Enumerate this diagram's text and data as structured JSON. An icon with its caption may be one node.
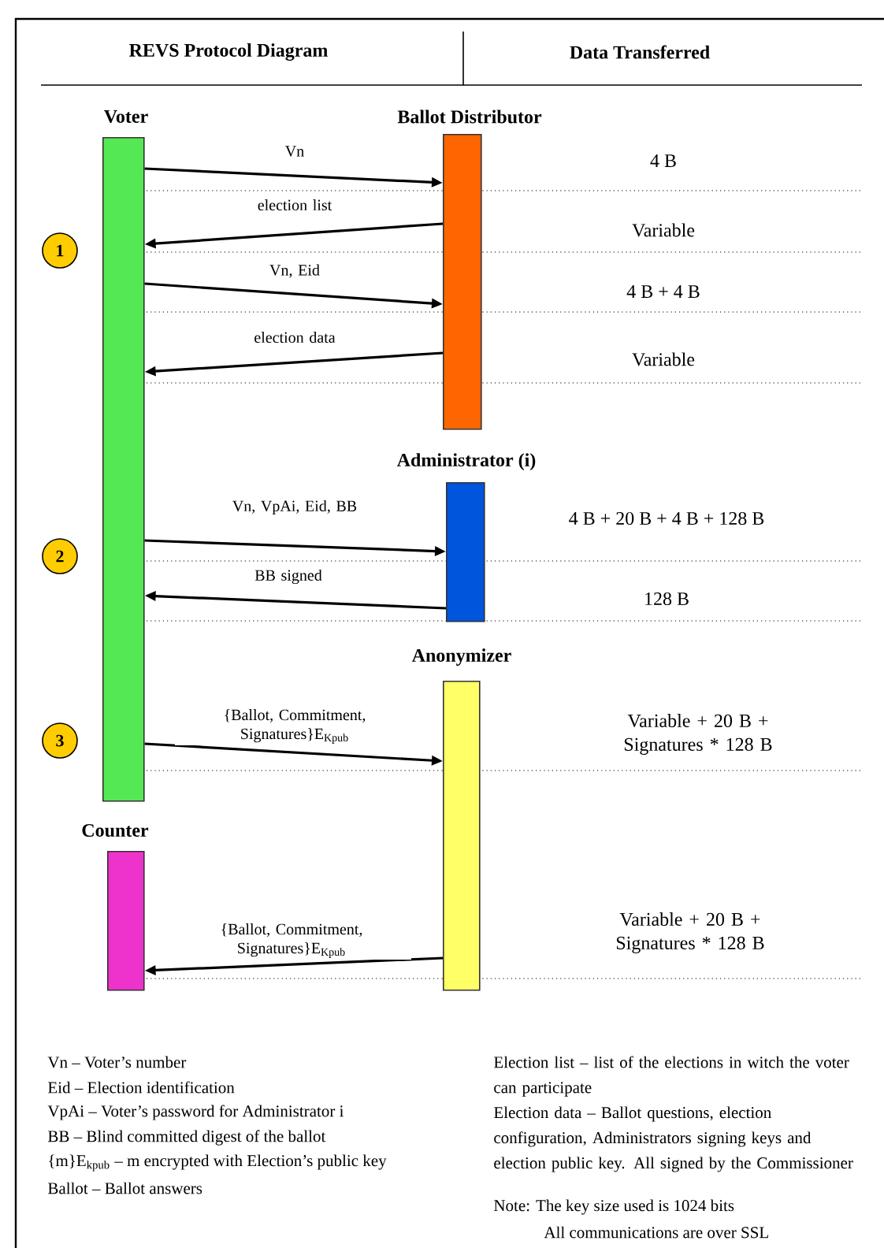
{
  "diagram": {
    "nodes": [
      {
        "text": [
          "Voter"
        ]
      },
      {
        "text": [
          "Ballot Distributor"
        ]
      },
      {
        "text": [
          "Administrator (i)"
        ]
      },
      {
        "text": [
          "Anonymizer"
        ]
      },
      {
        "text": [
          "Counter"
        ]
      },
      {
        "text": [
          "1"
        ]
      },
      {
        "text": [
          "2"
        ]
      },
      {
        "text": [
          "3"
        ]
      }
    ],
    "edges": [
      {
        "from": 0,
        "to": 1,
        "arrow": "to",
        "label": "Vn"
      },
      {
        "from": 1,
        "to": 0,
        "arrow": "to",
        "label": "election list"
      },
      {
        "from": 0,
        "to": 1,
        "arrow": "to",
        "label": "Vn, Eid"
      },
      {
        "from": 1,
        "to": 0,
        "arrow": "to",
        "label": "election data"
      },
      {
        "from": 0,
        "to": 2,
        "arrow": "to",
        "label": "Vn, VpAi, Eid, BB"
      },
      {
        "from": 2,
        "to": 0,
        "arrow": "to",
        "label": "BB signed"
      },
      {
        "from": 0,
        "to": 3,
        "arrow": "to",
        "label": "{Ballot, Commitment, Signatures}E$_{Kpub}$"
      },
      {
        "from": 3,
        "to": 4,
        "arrow": "to",
        "label": "{Ballot, Commitment, Signatures}E$_{Kpub}$"
      }
    ],
    "labels": [
      "REVS Protocol Diagram",
      "Data Transferred",
      "4 B",
      "Variable",
      "4 B + 4 B",
      "Variable",
      "4 B + 20 B + 4 B + 128 B",
      "128 B",
      "Variable + 20 B + Signatures * 128 B",
      "Variable + 20 B + Signatures * 128 B",
      "Vn – Voter’s number",
      "Eid – Election identification",
      "VpAi – Voter’s password for Administrator i",
      "BB – Blind committed digest of the ballot",
      "{m}E$_{kpub}$ –  m encrypted with Election’s public key",
      "Ballot – Ballot answers",
      "Election list – list of the elections in witch the voter can participate",
      "Election data – Ballot questions, election configuration, Administrators signing keys and election public key. All signed by the Commissioner",
      "Note: The key size used is 1024 bits",
      "All communications are over SSL"
    ]
  }
}
